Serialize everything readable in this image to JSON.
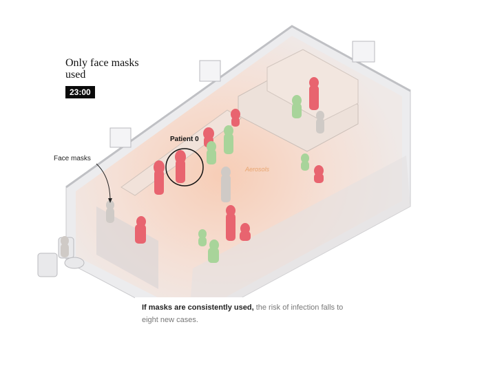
{
  "scenario": {
    "title": "Only face masks used",
    "time": "23:00"
  },
  "annotations": {
    "face_masks_label": "Face masks",
    "patient_zero_label": "Patient 0",
    "aerosols_label": "Aerosols"
  },
  "caption": {
    "bold": "If masks are consistently used,",
    "rest": " the risk of infection falls to eight new cases."
  },
  "legend_colors": {
    "infected": "#e8646f",
    "not_infected": "#a8d49a",
    "masked_neutral": "#cfcac6",
    "aerosol_glow": "#f6d3be",
    "room_floor": "#f3e4dc",
    "wall": "#e4e4e6"
  }
}
